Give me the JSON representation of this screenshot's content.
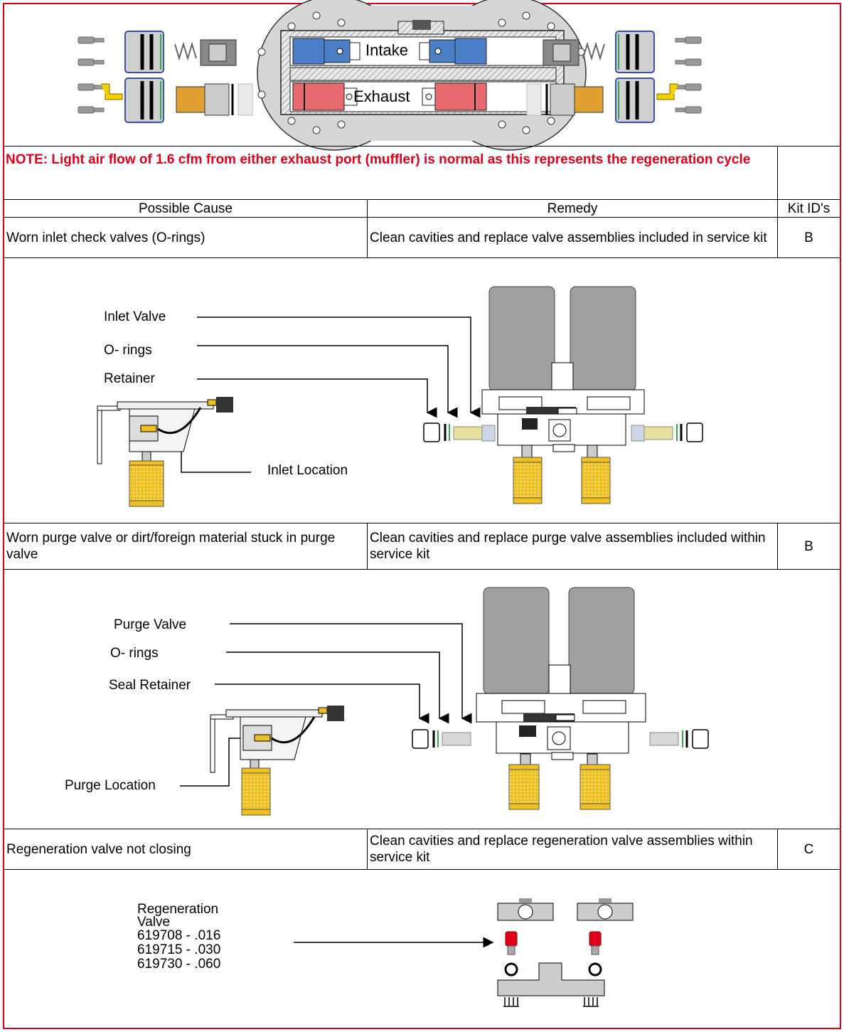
{
  "header_diagram": {
    "intake_label": "Intake",
    "exhaust_label": "Exhaust"
  },
  "note": "NOTE: Light air flow of 1.6 cfm from either exhaust port (muffler) is normal as this represents the regeneration cycle",
  "table": {
    "headers": {
      "cause": "Possible Cause",
      "remedy": "Remedy",
      "kit": "Kit ID's"
    },
    "rows": [
      {
        "cause": "Worn inlet check valves (O-rings)",
        "remedy": "Clean cavities and replace valve assemblies included in service kit",
        "kit": "B"
      },
      {
        "cause": "Worn purge valve or dirt/foreign material stuck in purge valve",
        "remedy": "Clean cavities and replace purge valve assemblies included within service kit",
        "kit": "B"
      },
      {
        "cause": "Regeneration valve not closing",
        "remedy": "Clean cavities and replace regeneration valve assemblies within service kit",
        "kit": "C"
      }
    ]
  },
  "inlet_diagram": {
    "inlet_valve": "Inlet Valve",
    "o_rings": "O- rings",
    "retainer": "Retainer",
    "inlet_location": "Inlet Location"
  },
  "purge_diagram": {
    "purge_valve": "Purge Valve",
    "o_rings": "O- rings",
    "seal_retainer": "Seal Retainer",
    "purge_location": "Purge Location"
  },
  "regen_diagram": {
    "title_line1": "Regeneration",
    "title_line2": "Valve",
    "parts": [
      "619708 - .016",
      "619715 - .030",
      "619730 - .060"
    ]
  },
  "colors": {
    "border": "#e0001a",
    "note_text": "#e0001a",
    "intake_blue": "#4a7fc8",
    "exhaust_red": "#e86a6e",
    "filter_yellow": "#f0c020",
    "canister_gray": "#a0a0a0"
  }
}
